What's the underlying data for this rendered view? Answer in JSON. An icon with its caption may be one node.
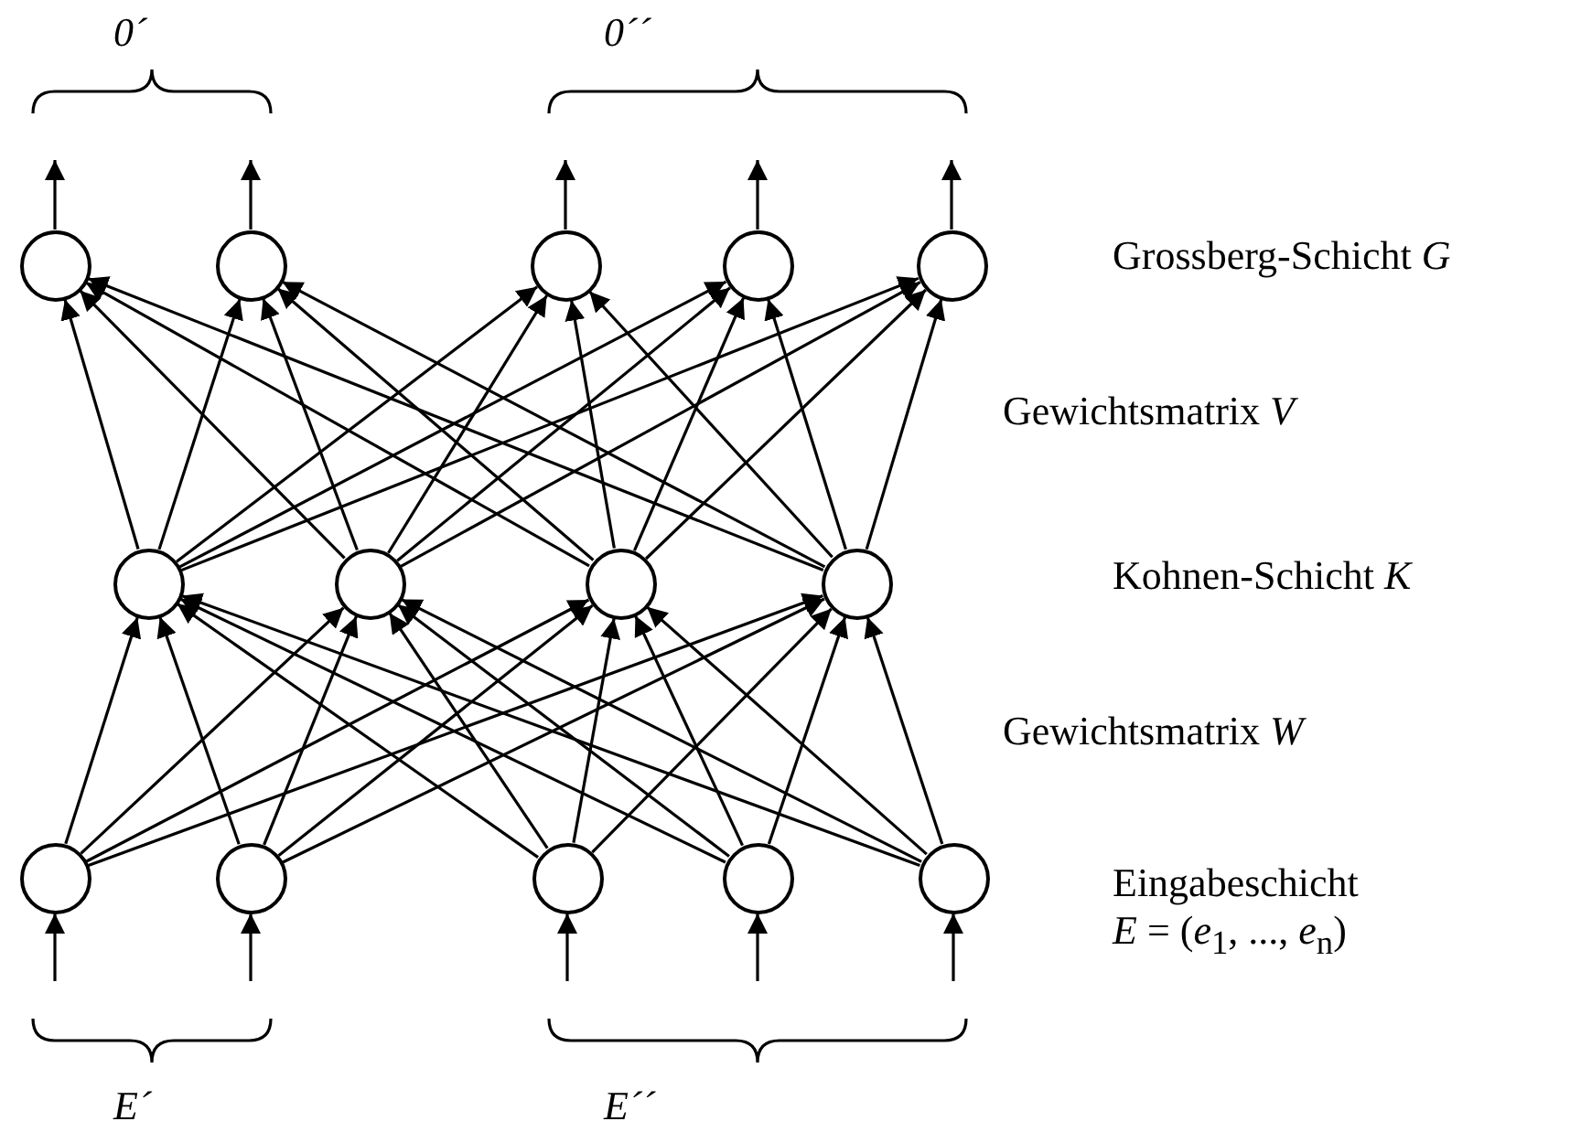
{
  "diagram": {
    "nodes": [
      {
        "text": [],
        "shape": "circle"
      },
      {
        "text": [],
        "shape": "circle"
      },
      {
        "text": [],
        "shape": "circle"
      },
      {
        "text": [],
        "shape": "circle"
      },
      {
        "text": [],
        "shape": "circle"
      },
      {
        "text": [],
        "shape": "circle"
      },
      {
        "text": [],
        "shape": "circle"
      },
      {
        "text": [],
        "shape": "circle"
      },
      {
        "text": [],
        "shape": "circle"
      },
      {
        "text": [],
        "shape": "circle"
      },
      {
        "text": [],
        "shape": "circle"
      },
      {
        "text": [],
        "shape": "circle"
      },
      {
        "text": [],
        "shape": "circle"
      },
      {
        "text": [],
        "shape": "circle"
      }
    ],
    "edges": [
      {
        "from": 0,
        "to": null,
        "arrow": "to"
      },
      {
        "from": 1,
        "to": null,
        "arrow": "to"
      },
      {
        "from": 2,
        "to": null,
        "arrow": "to"
      },
      {
        "from": 3,
        "to": null,
        "arrow": "to"
      },
      {
        "from": 4,
        "to": null,
        "arrow": "to"
      },
      {
        "from": 5,
        "to": 0,
        "arrow": "to"
      },
      {
        "from": 5,
        "to": 1,
        "arrow": "to"
      },
      {
        "from": 5,
        "to": 2,
        "arrow": "to"
      },
      {
        "from": 5,
        "to": 3,
        "arrow": "to"
      },
      {
        "from": 5,
        "to": 4,
        "arrow": "to"
      },
      {
        "from": 6,
        "to": 0,
        "arrow": "to"
      },
      {
        "from": 6,
        "to": 1,
        "arrow": "to"
      },
      {
        "from": 6,
        "to": 2,
        "arrow": "to"
      },
      {
        "from": 6,
        "to": 3,
        "arrow": "to"
      },
      {
        "from": 6,
        "to": 4,
        "arrow": "to"
      },
      {
        "from": 7,
        "to": 0,
        "arrow": "to"
      },
      {
        "from": 7,
        "to": 1,
        "arrow": "to"
      },
      {
        "from": 7,
        "to": 2,
        "arrow": "to"
      },
      {
        "from": 7,
        "to": 3,
        "arrow": "to"
      },
      {
        "from": 7,
        "to": 4,
        "arrow": "to"
      },
      {
        "from": 8,
        "to": 0,
        "arrow": "to"
      },
      {
        "from": 8,
        "to": 1,
        "arrow": "to"
      },
      {
        "from": 8,
        "to": 2,
        "arrow": "to"
      },
      {
        "from": 8,
        "to": 3,
        "arrow": "to"
      },
      {
        "from": 8,
        "to": 4,
        "arrow": "to"
      },
      {
        "from": 9,
        "to": 5,
        "arrow": "to"
      },
      {
        "from": 9,
        "to": 6,
        "arrow": "to"
      },
      {
        "from": 9,
        "to": 7,
        "arrow": "to"
      },
      {
        "from": 9,
        "to": 8,
        "arrow": "to"
      },
      {
        "from": 10,
        "to": 5,
        "arrow": "to"
      },
      {
        "from": 10,
        "to": 6,
        "arrow": "to"
      },
      {
        "from": 10,
        "to": 7,
        "arrow": "to"
      },
      {
        "from": 10,
        "to": 8,
        "arrow": "to"
      },
      {
        "from": 11,
        "to": 5,
        "arrow": "to"
      },
      {
        "from": 11,
        "to": 6,
        "arrow": "to"
      },
      {
        "from": 11,
        "to": 7,
        "arrow": "to"
      },
      {
        "from": 11,
        "to": 8,
        "arrow": "to"
      },
      {
        "from": 12,
        "to": 5,
        "arrow": "to"
      },
      {
        "from": 12,
        "to": 6,
        "arrow": "to"
      },
      {
        "from": 12,
        "to": 7,
        "arrow": "to"
      },
      {
        "from": 12,
        "to": 8,
        "arrow": "to"
      },
      {
        "from": 13,
        "to": 5,
        "arrow": "to"
      },
      {
        "from": 13,
        "to": 6,
        "arrow": "to"
      },
      {
        "from": 13,
        "to": 7,
        "arrow": "to"
      },
      {
        "from": 13,
        "to": 8,
        "arrow": "to"
      },
      {
        "from": null,
        "to": 9,
        "arrow": "to"
      },
      {
        "from": null,
        "to": 10,
        "arrow": "to"
      },
      {
        "from": null,
        "to": 11,
        "arrow": "to"
      },
      {
        "from": null,
        "to": 12,
        "arrow": "to"
      },
      {
        "from": null,
        "to": 13,
        "arrow": "to"
      }
    ],
    "labels": [
      "0´",
      "0´´",
      "Grossberg-Schicht *G*",
      "Gewichtsmatrix *V*",
      "Kohnen-Schicht *K*",
      "Gewichtsmatrix *W*",
      "Eingabeschicht",
      "*E* = (*e*$_{1}$, ..., *e*$_{n}$)",
      "E´",
      "E´´"
    ]
  }
}
